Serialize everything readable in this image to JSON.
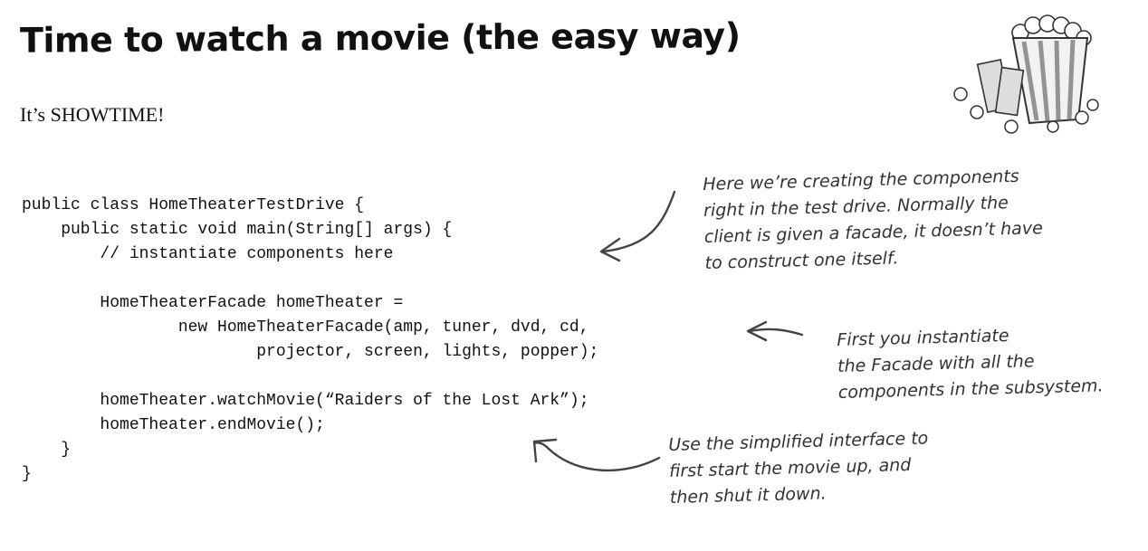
{
  "page": {
    "title": "Time to watch a movie (the easy way)",
    "subtitle": "It’s SHOWTIME!"
  },
  "code": {
    "lines": [
      "public class HomeTheaterTestDrive {",
      "    public static void main(String[] args) {",
      "        // instantiate components here",
      "",
      "        HomeTheaterFacade homeTheater =",
      "                new HomeTheaterFacade(amp, tuner, dvd, cd,",
      "                        projector, screen, lights, popper);",
      "",
      "        homeTheater.watchMovie(“Raiders of the Lost Ark”);",
      "        homeTheater.endMovie();",
      "    }",
      "}"
    ]
  },
  "annotations": {
    "components_note": [
      "Here we’re creating the components",
      "right in the test drive. Normally the",
      "client is given a facade, it doesn’t have",
      "to construct one itself."
    ],
    "facade_note": [
      "First you instantiate",
      "the Facade with all the",
      "components in the subsystem."
    ],
    "interface_note": [
      "Use the simplified interface to",
      "first start the movie up, and",
      "then shut it down."
    ]
  },
  "icons": {
    "illustration": "popcorn-icon",
    "arrow": "arrow-icon"
  },
  "colors": {
    "text": "#111111",
    "annotation": "#333333",
    "arrow": "#444444"
  }
}
